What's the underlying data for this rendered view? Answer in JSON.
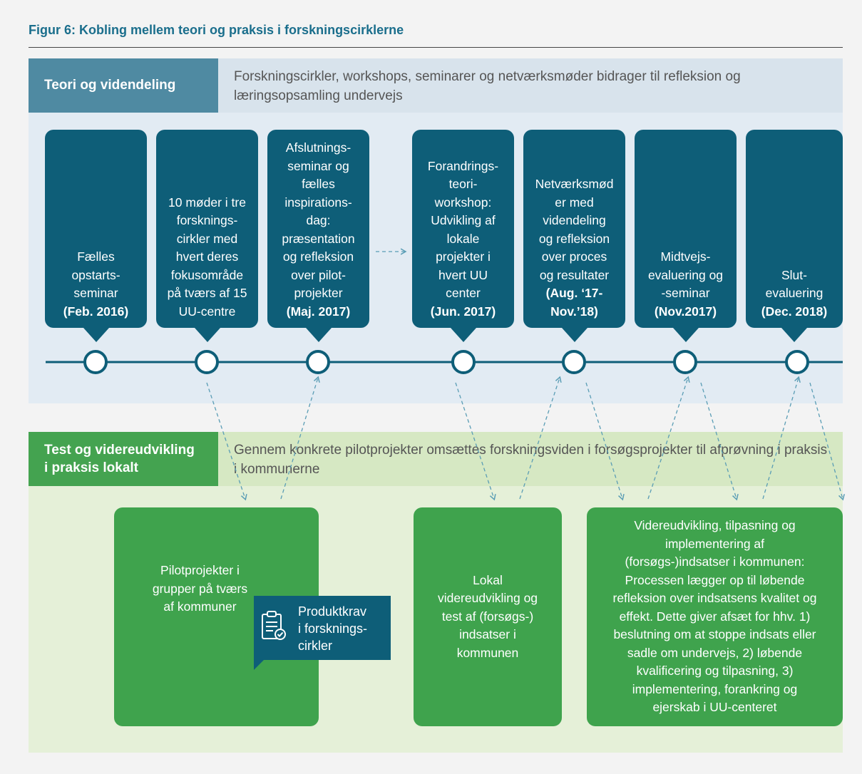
{
  "figure_title": "Figur 6: Kobling mellem teori og praksis i forskningscirklerne",
  "section_theory": {
    "label": "Teori og videndeling",
    "description": "Forskningscirkler, workshops, seminarer og netværksmøder bidrager til refleksion og læringsopsamling undervejs"
  },
  "timeline": [
    {
      "text": [
        "Fælles",
        "opstarts-",
        "seminar"
      ],
      "date": "(Feb. 2016)"
    },
    {
      "text": [
        "10 møder i tre",
        "forsknings-",
        "cirkler med",
        "hvert deres",
        "fokusområde",
        "på tværs af 15",
        "UU-centre"
      ],
      "date": ""
    },
    {
      "text": [
        "Afslutnings-",
        "seminar og",
        "fælles",
        "inspirations-",
        "dag:",
        "præsentation",
        "og refleksion",
        "over pilot-",
        "projekter"
      ],
      "date": "(Maj. 2017)"
    },
    {
      "text": [
        "Forandrings-",
        "teori-",
        "workshop:",
        "Udvikling af",
        "lokale",
        "projekter i",
        "hvert UU",
        "center"
      ],
      "date": "(Jun. 2017)"
    },
    {
      "text": [
        "Netværksmød",
        "er med",
        "videndeling",
        "og refleksion",
        "over proces",
        "og resultater"
      ],
      "date": "(Aug. ‘17-\nNov.’18)"
    },
    {
      "text": [
        "Midtvejs-",
        "evaluering og",
        "-seminar"
      ],
      "date": "(Nov.2017)"
    },
    {
      "text": [
        "Slut-",
        "evaluering"
      ],
      "date": "(Dec. 2018)"
    }
  ],
  "section_practice": {
    "label": "Test og videreudvikling\ni praksis lokalt",
    "description": "Gennem konkrete pilotprojekter omsættes forskningsviden i forsøgsprojekter til afprøvning i praksis i kommunerne"
  },
  "practice_boxes": [
    {
      "text": "Pilotprojekter i\ngrupper på tværs\naf kommuner"
    },
    {
      "text": "Lokal\nvidereudvikling og\ntest af (forsøgs-)\nindsatser i\nkommunen"
    },
    {
      "text": "Videreudvikling, tilpasning og\nimplementering af\n(forsøgs-)indsatser i kommunen:\nProcessen lægger op til løbende\nrefleksion over indsatsens kvalitet og\neffekt. Dette giver afsæt for hhv. 1)\nbeslutning om at stoppe indsats eller\nsadle om undervejs, 2) løbende\nkvalificering og tilpasning, 3)\nimplementering, forankring og\nejerskab i UU-centeret"
    }
  ],
  "badge": {
    "text": "Produktkrav\ni forsknings-\ncirkler",
    "icon": "checklist-icon"
  },
  "colors": {
    "teal": "#0e5e78",
    "green": "#3fa34d",
    "arrow": "#5a9db5"
  }
}
